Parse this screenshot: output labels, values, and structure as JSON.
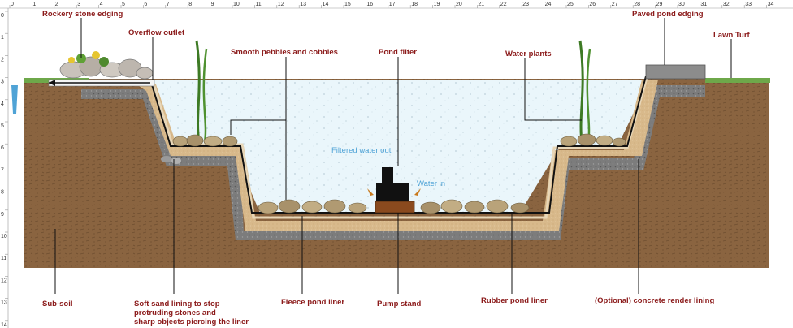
{
  "ruler": {
    "top": [
      "0",
      "1",
      "2",
      "3",
      "4",
      "5",
      "6",
      "7",
      "8",
      "9",
      "10",
      "11",
      "12",
      "13",
      "14",
      "15",
      "16",
      "17",
      "18",
      "19",
      "20",
      "21",
      "22",
      "23",
      "24",
      "25",
      "26",
      "27",
      "28",
      "29",
      "30",
      "31",
      "32",
      "33",
      "34"
    ],
    "left": [
      "0",
      "1",
      "2",
      "3",
      "4",
      "5",
      "6",
      "7",
      "8",
      "9",
      "10",
      "11",
      "12",
      "13",
      "14"
    ]
  },
  "labels": {
    "rockery": "Rockery stone edging",
    "overflow": "Overflow outlet",
    "pebbles": "Smooth pebbles and cobbles",
    "filter": "Pond filter",
    "plants": "Water plants",
    "paved": "Paved pond edging",
    "turf": "Lawn Turf",
    "filtered": "Filtered water out",
    "water_in": "Water in",
    "subsoil": "Sub-soil",
    "sand_1": "Soft sand lining to stop",
    "sand_2": "protruding stones and",
    "sand_3": "sharp objects piercing the liner",
    "fleece": "Fleece pond liner",
    "pump": "Pump stand",
    "rubber": "Rubber pond liner",
    "render": "(Optional) concrete render lining"
  },
  "colors": {
    "label": "#8b1a1a",
    "annotation_blue": "#4fa3d6",
    "soil": "#8a6440",
    "water": "#eaf6fb",
    "grass": "#6ea84a"
  }
}
